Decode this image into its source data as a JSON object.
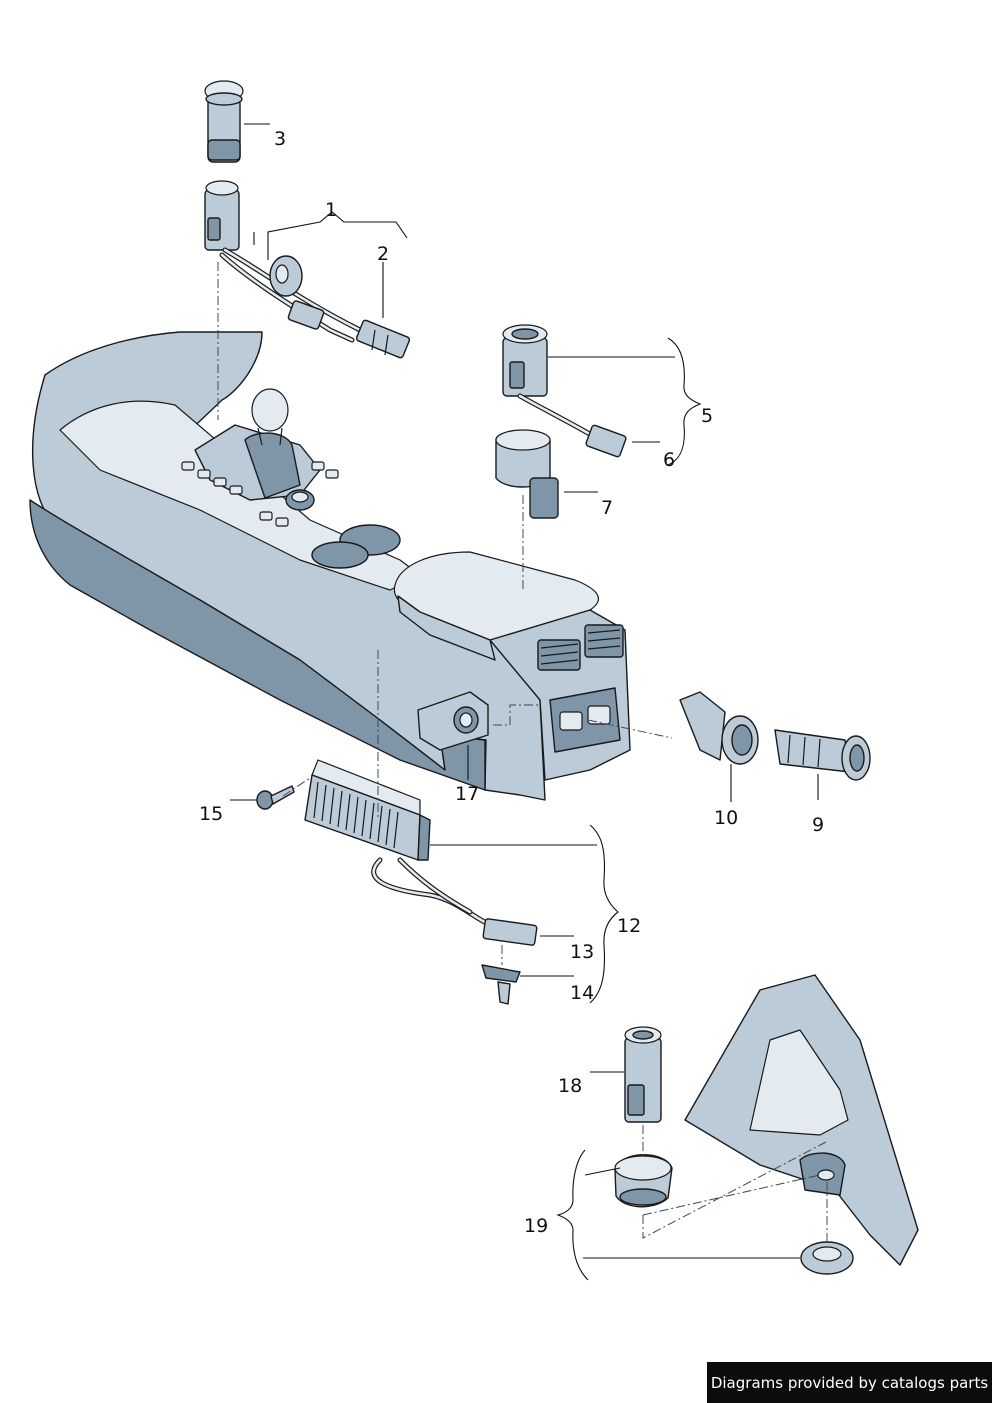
{
  "callouts": {
    "c1": "1",
    "c2": "2",
    "c3": "3",
    "c5": "5",
    "c6": "6",
    "c7": "7",
    "c9": "9",
    "c10": "10",
    "c12": "12",
    "c13": "13",
    "c14": "14",
    "c15": "15",
    "c17": "17",
    "c18": "18",
    "c19": "19"
  },
  "footer": {
    "credit": "Diagrams provided by catalogs parts"
  },
  "colors": {
    "part_fill": "#bccbd8",
    "part_shadow": "#7f95a8",
    "ink": "#1a1a1a"
  }
}
